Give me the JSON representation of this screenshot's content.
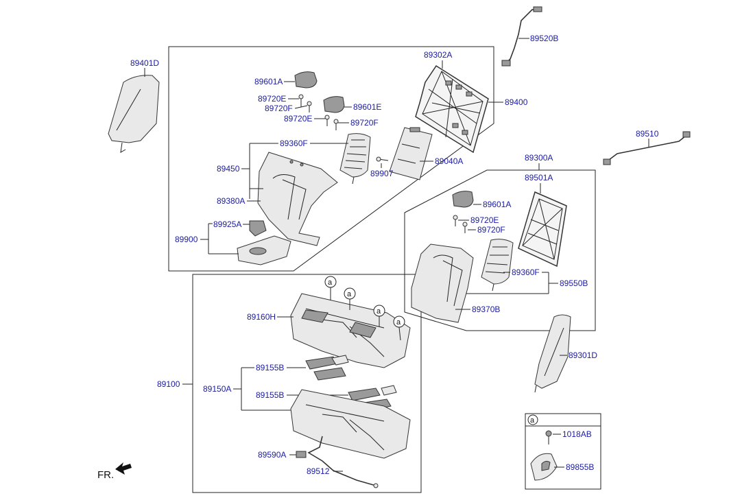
{
  "labels": {
    "p89401D": "89401D",
    "p89520B": "89520B",
    "p89302A": "89302A",
    "p89400": "89400",
    "p89601A_1": "89601A",
    "p89720E_1": "89720E",
    "p89720F_1": "89720F",
    "p89601E": "89601E",
    "p89720E_2": "89720E",
    "p89720F_2": "89720F",
    "p89360F_1": "89360F",
    "p89040A": "89040A",
    "p89450": "89450",
    "p89907": "89907",
    "p89380A": "89380A",
    "p89925A": "89925A",
    "p89900": "89900",
    "p89510": "89510",
    "p89300A": "89300A",
    "p89501A": "89501A",
    "p89601A_2": "89601A",
    "p89720E_3": "89720E",
    "p89720F_3": "89720F",
    "p89360F_2": "89360F",
    "p89550B": "89550B",
    "p89370B": "89370B",
    "p89160H": "89160H",
    "p89100": "89100",
    "p89155B_1": "89155B",
    "p89150A": "89150A",
    "p89155B_2": "89155B",
    "p89301D": "89301D",
    "p89590A": "89590A",
    "p89512": "89512",
    "p1018AB": "1018AB",
    "p89855B": "89855B",
    "front_label": "FR."
  },
  "callouts": {
    "letter": "a"
  }
}
